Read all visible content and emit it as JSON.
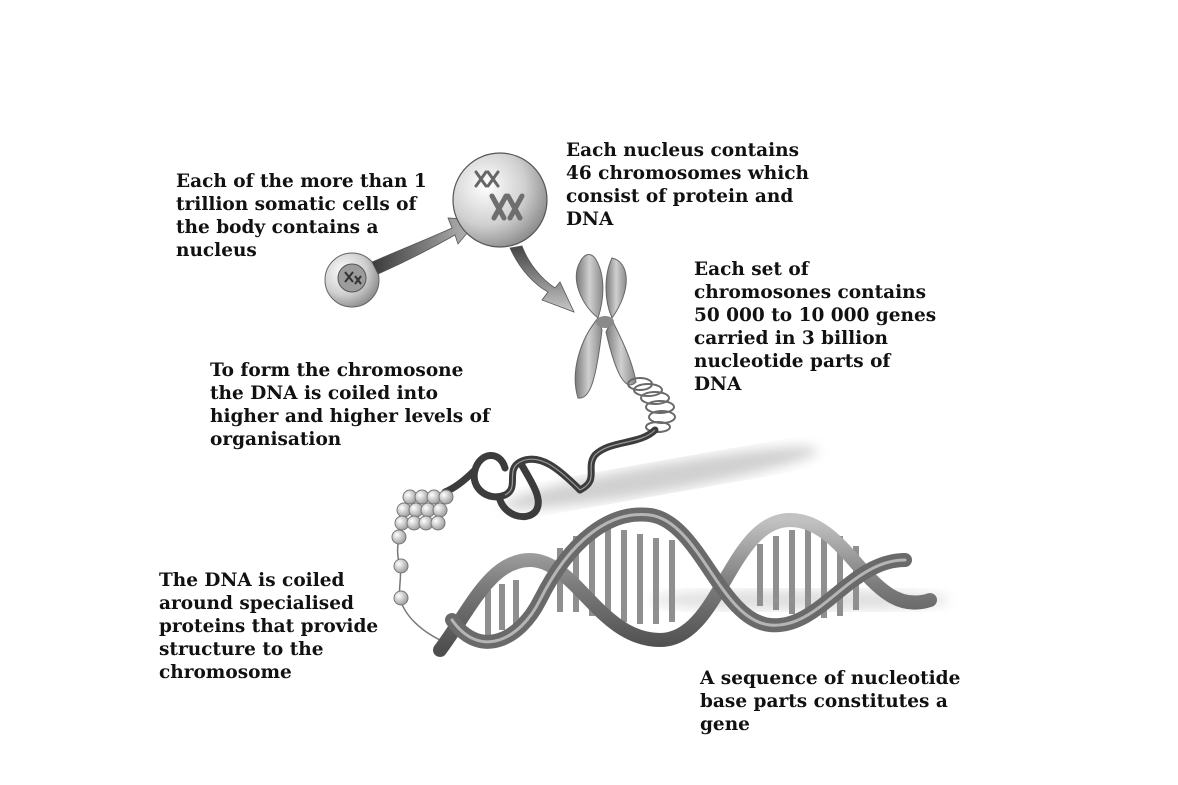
{
  "labels": {
    "cells": "Each of the more than 1\ntrillion somatic cells of\nthe body contains a\nnucleus",
    "nucleus": "Each nucleus contains\n46 chromosomes which\nconsist of protein and\nDNA",
    "genes": "Each set of\nchromosones contains\n50 000 to 10 000 genes\ncarried in 3 billion\nnucleotide parts of\nDNA",
    "coiling": "To form the chromosone\nthe DNA is coiled into\nhigher and higher levels of\norganisation",
    "proteins": "The DNA is coiled\naround specialised\nproteins that provide\nstructure to the\nchromosome",
    "sequence": "A sequence of nucleotide\nbase parts constitutes a\ngene"
  },
  "colors": {
    "background": "#ffffff",
    "text": "#111111",
    "strand": "#8a8a8a",
    "strand_dark": "#4a4a4a",
    "base_pair": "#b8b8b8"
  }
}
